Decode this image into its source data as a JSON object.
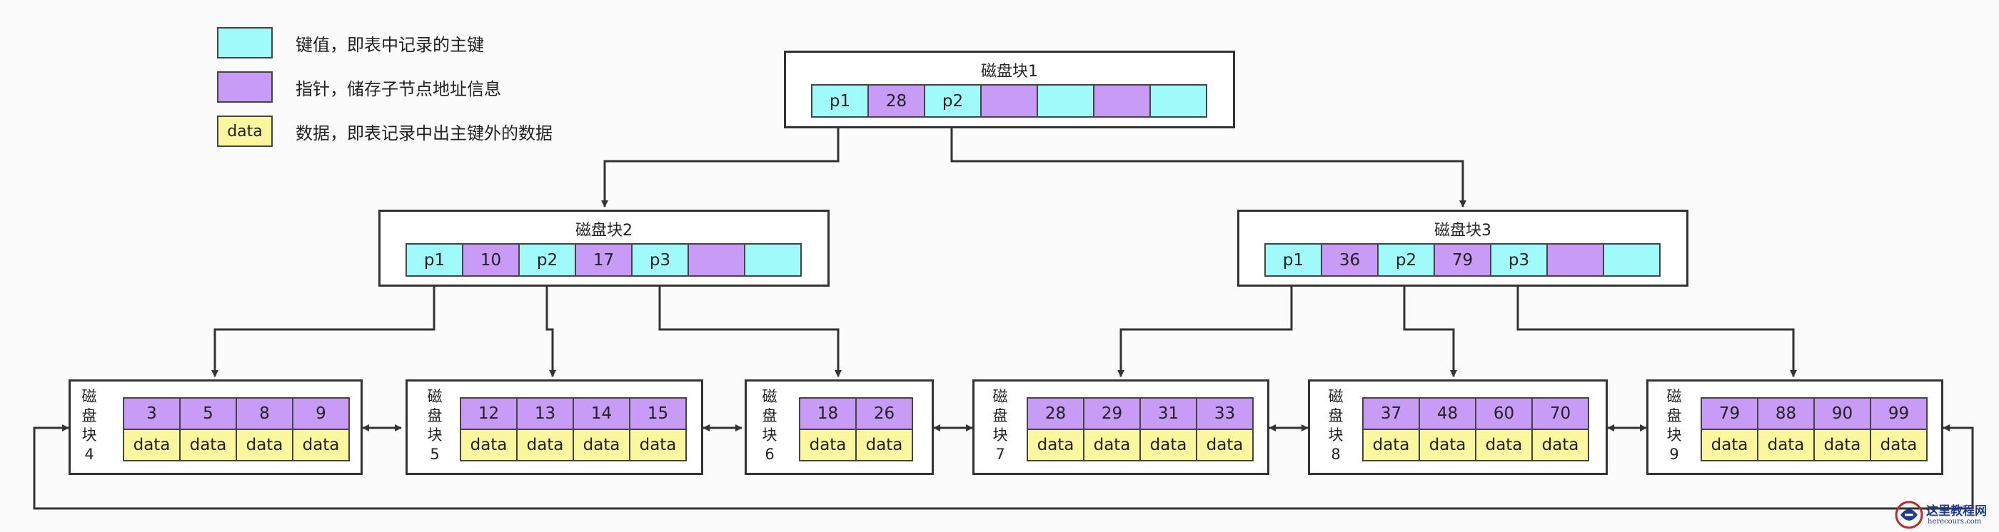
{
  "legend": {
    "key_text": "键值，即表中记录的主键",
    "pointer_text": "指针，储存子节点地址信息",
    "data_swatch": "data",
    "data_text": "数据，即表记录中出主键外的数据"
  },
  "colors": {
    "key": "#9ffaf9",
    "pointer": "#c89cf6",
    "data": "#fbf79e"
  },
  "root": {
    "title": "磁盘块1",
    "cells": [
      {
        "t": "p1",
        "k": "key"
      },
      {
        "t": "28",
        "k": "ptr"
      },
      {
        "t": "p2",
        "k": "key"
      },
      {
        "t": "",
        "k": "ptr"
      },
      {
        "t": "",
        "k": "key"
      },
      {
        "t": "",
        "k": "ptr"
      },
      {
        "t": "",
        "k": "key"
      }
    ]
  },
  "internal": [
    {
      "title": "磁盘块2",
      "cells": [
        {
          "t": "p1",
          "k": "key"
        },
        {
          "t": "10",
          "k": "ptr"
        },
        {
          "t": "p2",
          "k": "key"
        },
        {
          "t": "17",
          "k": "ptr"
        },
        {
          "t": "p3",
          "k": "key"
        },
        {
          "t": "",
          "k": "ptr"
        },
        {
          "t": "",
          "k": "key"
        }
      ]
    },
    {
      "title": "磁盘块3",
      "cells": [
        {
          "t": "p1",
          "k": "key"
        },
        {
          "t": "36",
          "k": "ptr"
        },
        {
          "t": "p2",
          "k": "key"
        },
        {
          "t": "79",
          "k": "ptr"
        },
        {
          "t": "p3",
          "k": "key"
        },
        {
          "t": "",
          "k": "ptr"
        },
        {
          "t": "",
          "k": "key"
        }
      ]
    }
  ],
  "leaves": [
    {
      "label": [
        "磁",
        "盘",
        "块",
        "4"
      ],
      "keys": [
        "3",
        "5",
        "8",
        "9"
      ],
      "data": [
        "data",
        "data",
        "data",
        "data"
      ]
    },
    {
      "label": [
        "磁",
        "盘",
        "块",
        "5"
      ],
      "keys": [
        "12",
        "13",
        "14",
        "15"
      ],
      "data": [
        "data",
        "data",
        "data",
        "data"
      ]
    },
    {
      "label": [
        "磁",
        "盘",
        "块",
        "6"
      ],
      "keys": [
        "18",
        "26"
      ],
      "data": [
        "data",
        "data"
      ]
    },
    {
      "label": [
        "磁",
        "盘",
        "块",
        "7"
      ],
      "keys": [
        "28",
        "29",
        "31",
        "33"
      ],
      "data": [
        "data",
        "data",
        "data",
        "data"
      ]
    },
    {
      "label": [
        "磁",
        "盘",
        "块",
        "8"
      ],
      "keys": [
        "37",
        "48",
        "60",
        "70"
      ],
      "data": [
        "data",
        "data",
        "data",
        "data"
      ]
    },
    {
      "label": [
        "磁",
        "盘",
        "块",
        "9"
      ],
      "keys": [
        "79",
        "88",
        "90",
        "99"
      ],
      "data": [
        "data",
        "data",
        "data",
        "data"
      ]
    }
  ],
  "watermark": {
    "title": "这里教程网",
    "url": "herecours.com"
  }
}
